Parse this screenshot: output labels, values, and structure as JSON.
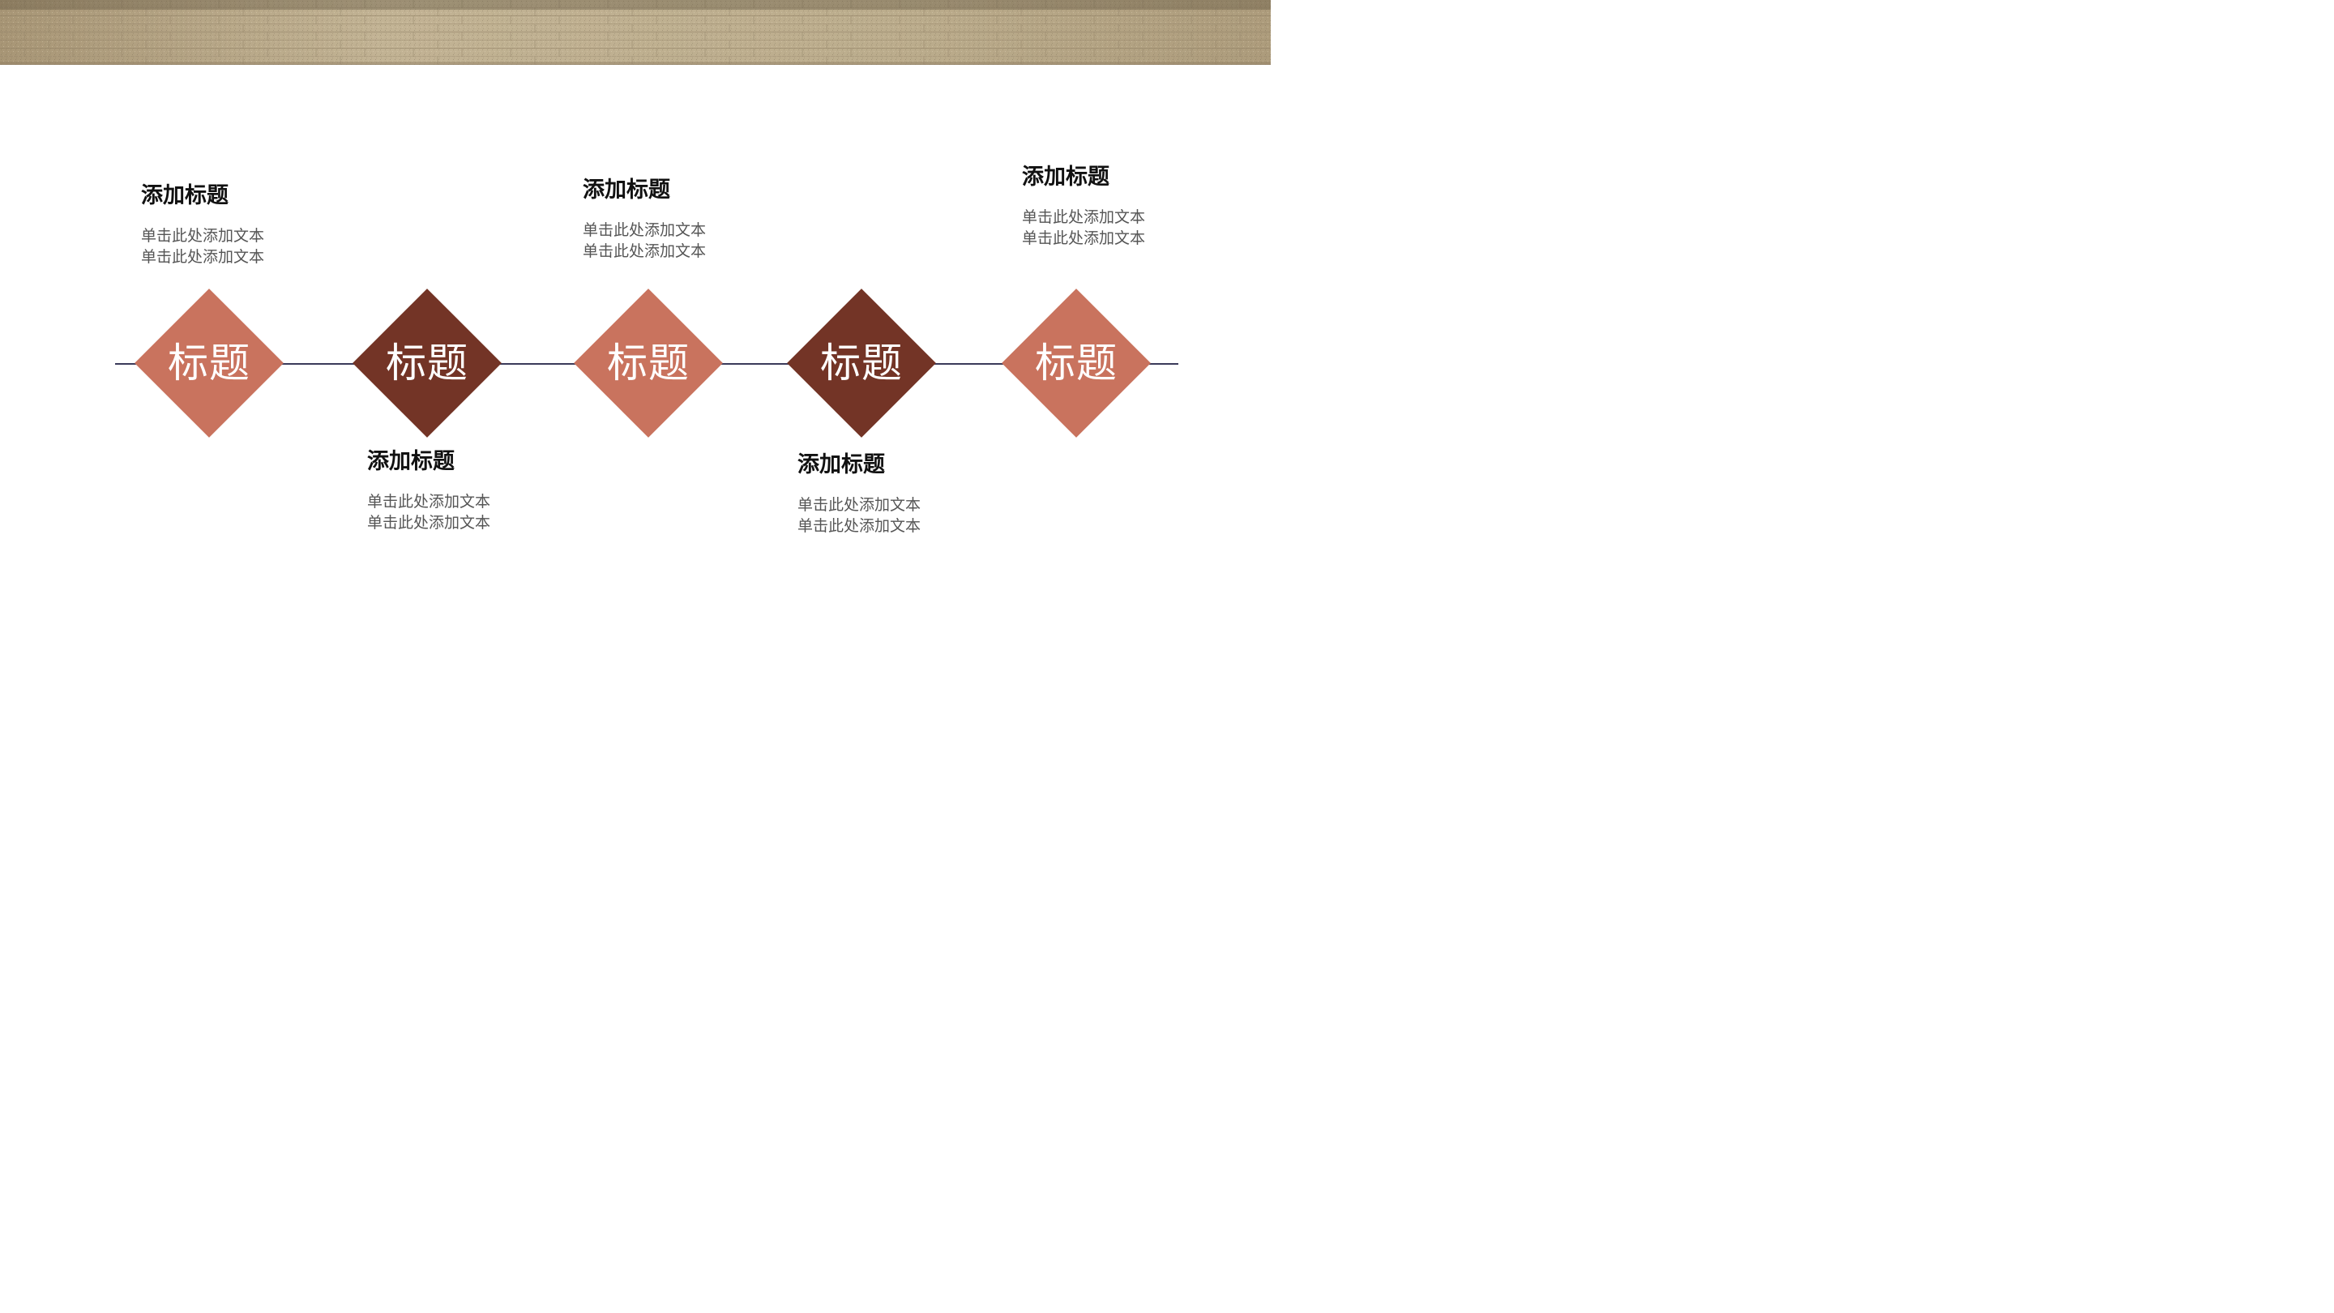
{
  "colors": {
    "light": "#c9735e",
    "dark": "#733426",
    "line": "#3a3a5a",
    "heading": "#111111",
    "body": "#555555"
  },
  "banner": {
    "texture": "stone-brick-wall"
  },
  "nodes": [
    {
      "label": "标题",
      "tone": "light"
    },
    {
      "label": "标题",
      "tone": "dark"
    },
    {
      "label": "标题",
      "tone": "light"
    },
    {
      "label": "标题",
      "tone": "dark"
    },
    {
      "label": "标题",
      "tone": "light"
    }
  ],
  "items": [
    {
      "heading": "添加标题",
      "line1": "单击此处添加文本",
      "line2": "单击此处添加文本"
    },
    {
      "heading": "添加标题",
      "line1": "单击此处添加文本",
      "line2": "单击此处添加文本"
    },
    {
      "heading": "添加标题",
      "line1": "单击此处添加文本",
      "line2": "单击此处添加文本"
    },
    {
      "heading": "添加标题",
      "line1": "单击此处添加文本",
      "line2": "单击此处添加文本"
    },
    {
      "heading": "添加标题",
      "line1": "单击此处添加文本",
      "line2": "单击此处添加文本"
    }
  ]
}
